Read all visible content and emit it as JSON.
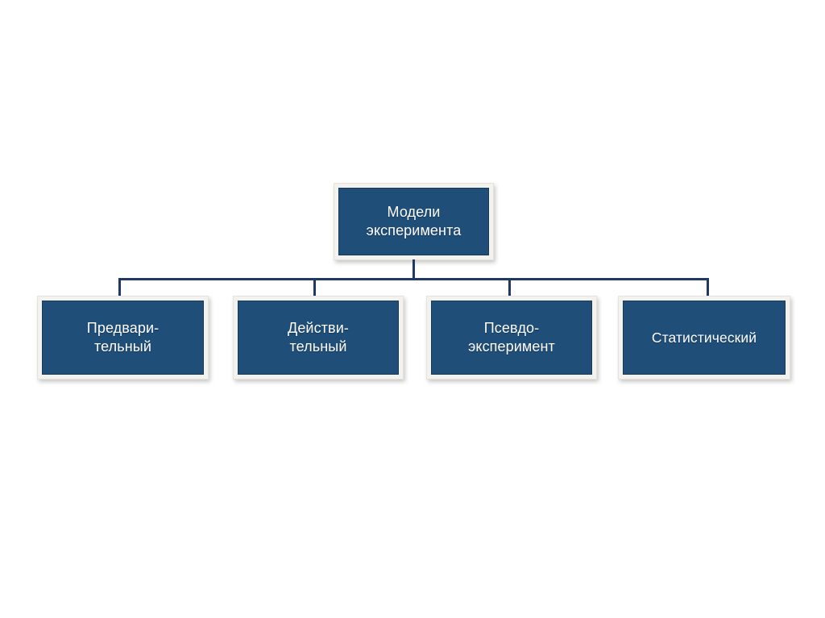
{
  "diagram": {
    "title": "Модели эксперимента",
    "type": "organizational-hierarchy",
    "background_color": "#ffffff",
    "node_fill_color": "#1f4e79",
    "node_frame_color": "#f4f2ee",
    "connector_color": "#1f3864",
    "text_color": "#ffffff",
    "root": {
      "line1": "Модели",
      "line2": "эксперимента"
    },
    "children": [
      {
        "line1": "Предвари-",
        "line2": "тельный"
      },
      {
        "line1": "Действи-",
        "line2": "тельный"
      },
      {
        "line1": "Псевдо-",
        "line2": "эксперимент"
      },
      {
        "line1": "Статистический",
        "line2": ""
      }
    ]
  }
}
